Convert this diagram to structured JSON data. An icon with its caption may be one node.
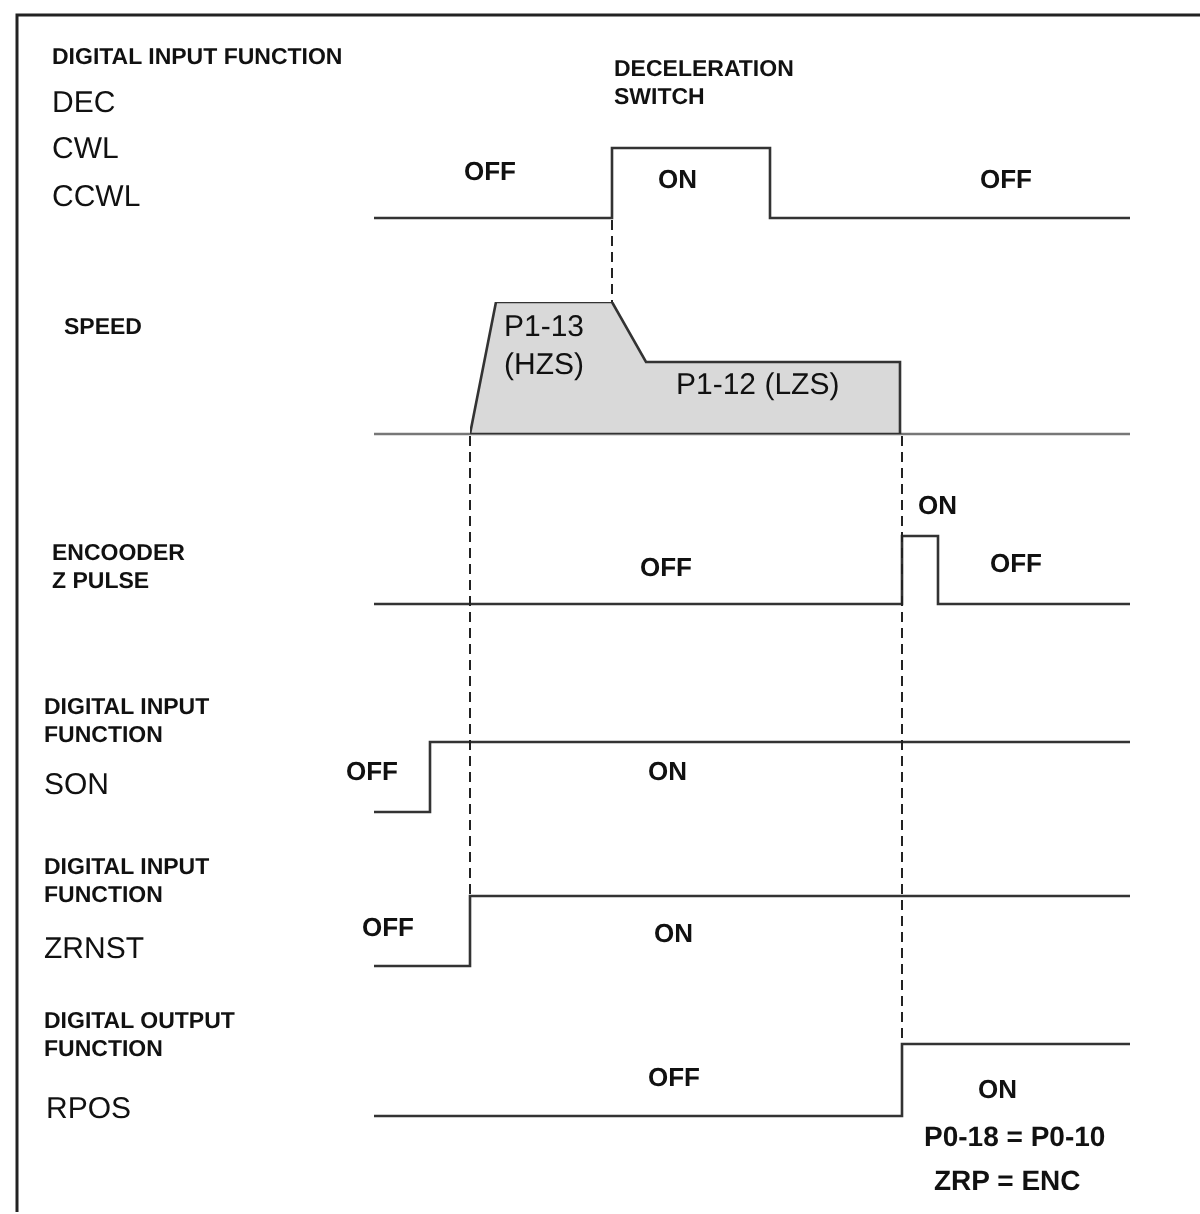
{
  "diagram": {
    "nodes": [
      {
        "text": [
          "P1-13 (HZS)",
          "P1-12 (LZS)"
        ]
      }
    ],
    "labels": [
      "DIGITAL INPUT FUNCTION",
      "DEC",
      "CWL",
      "CCWL",
      "DECELERATION SWITCH",
      "OFF",
      "ON",
      "OFF",
      "SPEED",
      "ENCOODER Z PULSE",
      "ON",
      "OFF",
      "OFF",
      "DIGITAL INPUT FUNCTION",
      "SON",
      "OFF",
      "ON",
      "DIGITAL INPUT FUNCTION",
      "ZRNST",
      "OFF",
      "ON",
      "DIGITAL OUTPUT FUNCTION",
      "RPOS",
      "OFF",
      "ON",
      "P0-18 = P0-10",
      "ZRP = ENC"
    ]
  }
}
